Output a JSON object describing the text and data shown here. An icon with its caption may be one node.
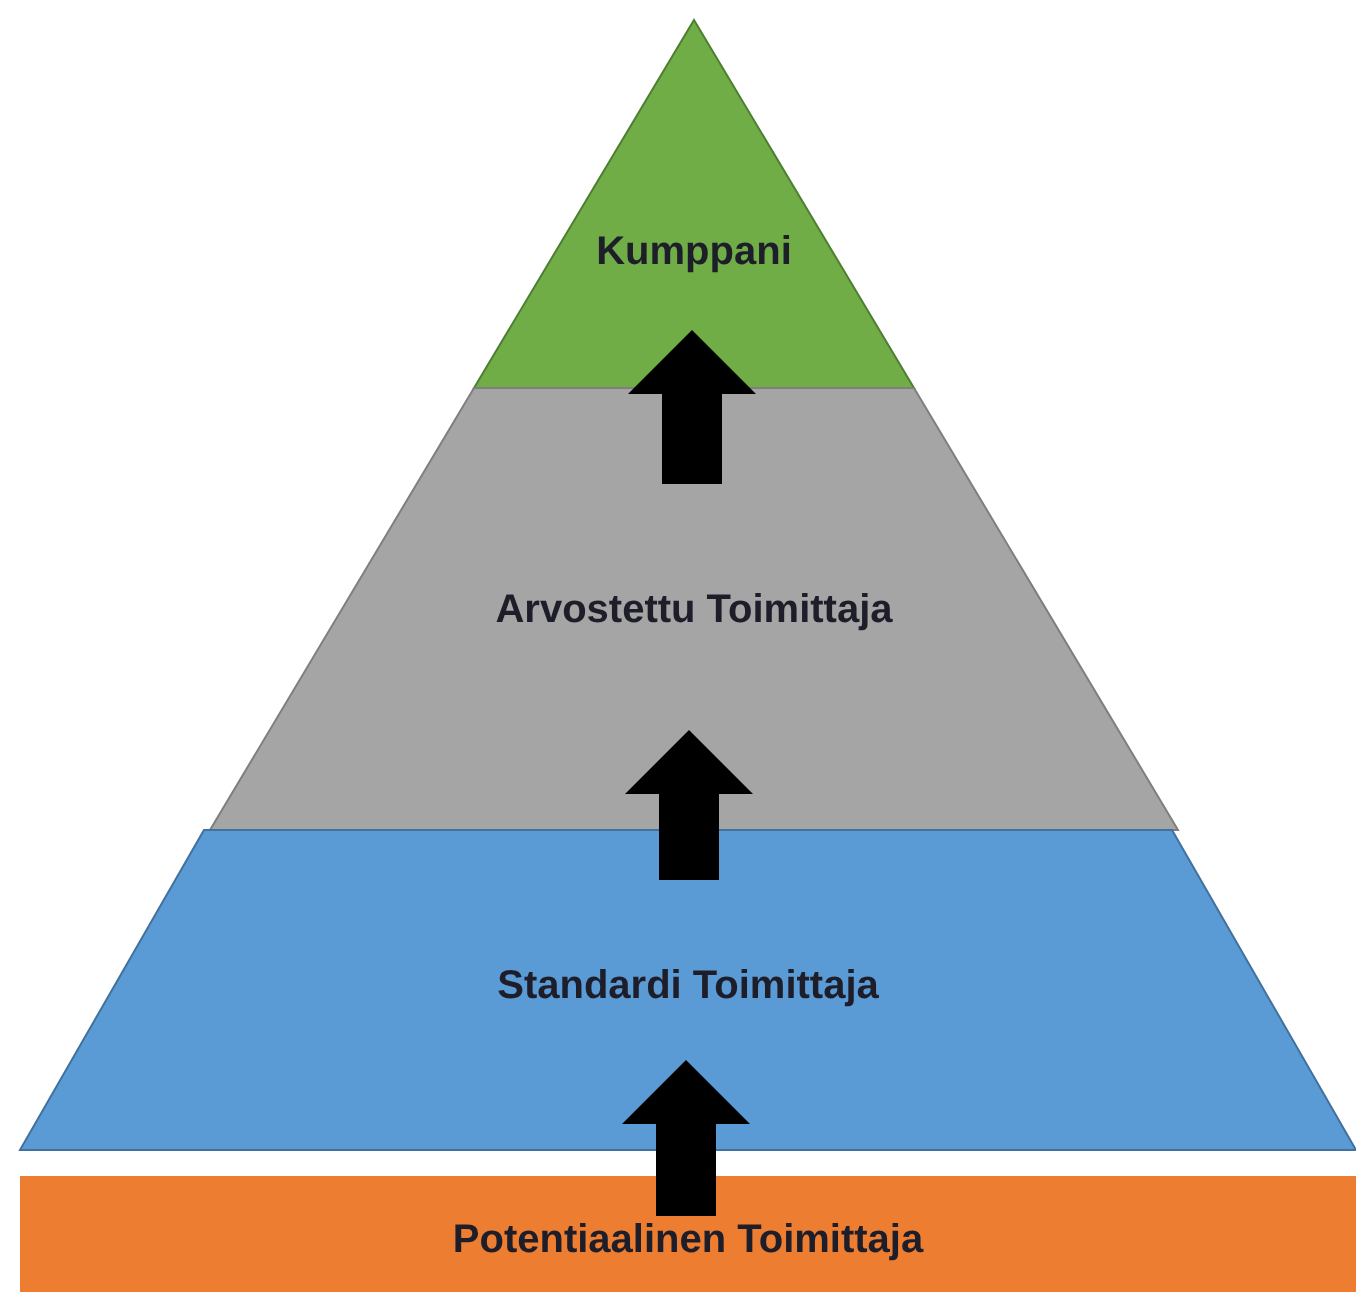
{
  "diagram": {
    "nodes": [
      {
        "text": [
          "Kumppani"
        ]
      },
      {
        "text": [
          "Arvostettu Toimittaja"
        ]
      },
      {
        "text": [
          "Standardi Toimittaja"
        ]
      },
      {
        "text": [
          "Potentiaalinen Toimittaja"
        ]
      }
    ],
    "edges": [
      {
        "from": 3,
        "to": 2,
        "arrow": "to"
      },
      {
        "from": 2,
        "to": 1,
        "arrow": "to"
      },
      {
        "from": 1,
        "to": 0,
        "arrow": "to"
      }
    ]
  }
}
